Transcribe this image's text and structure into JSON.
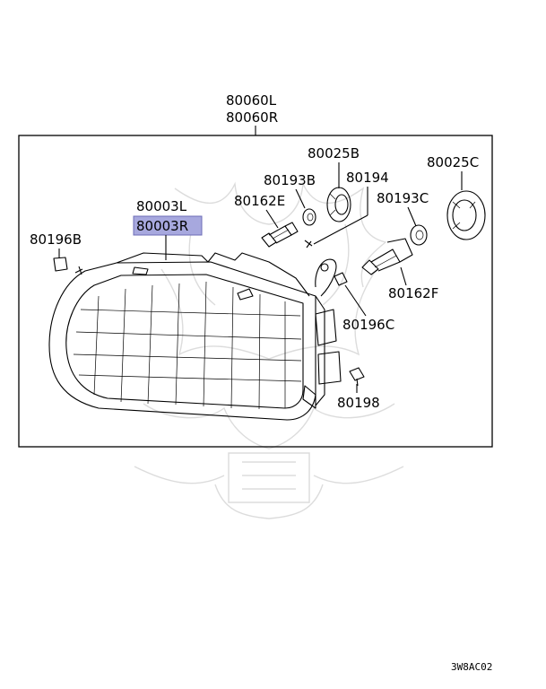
{
  "diagram": {
    "assembly_labels": [
      "80060L",
      "80060R"
    ],
    "callouts": {
      "p80003L": "80003L",
      "p80003R": "80003R",
      "p80196B": "80196B",
      "p80025B": "80025B",
      "p80193B": "80193B",
      "p80194": "80194",
      "p80162E": "80162E",
      "p80025C": "80025C",
      "p80193C": "80193C",
      "p80162F": "80162F",
      "p80196C": "80196C",
      "p80198": "80198"
    },
    "highlight_color": "#a7a8de",
    "selected_part": "80003R",
    "figure_code": "3W8AC02"
  }
}
